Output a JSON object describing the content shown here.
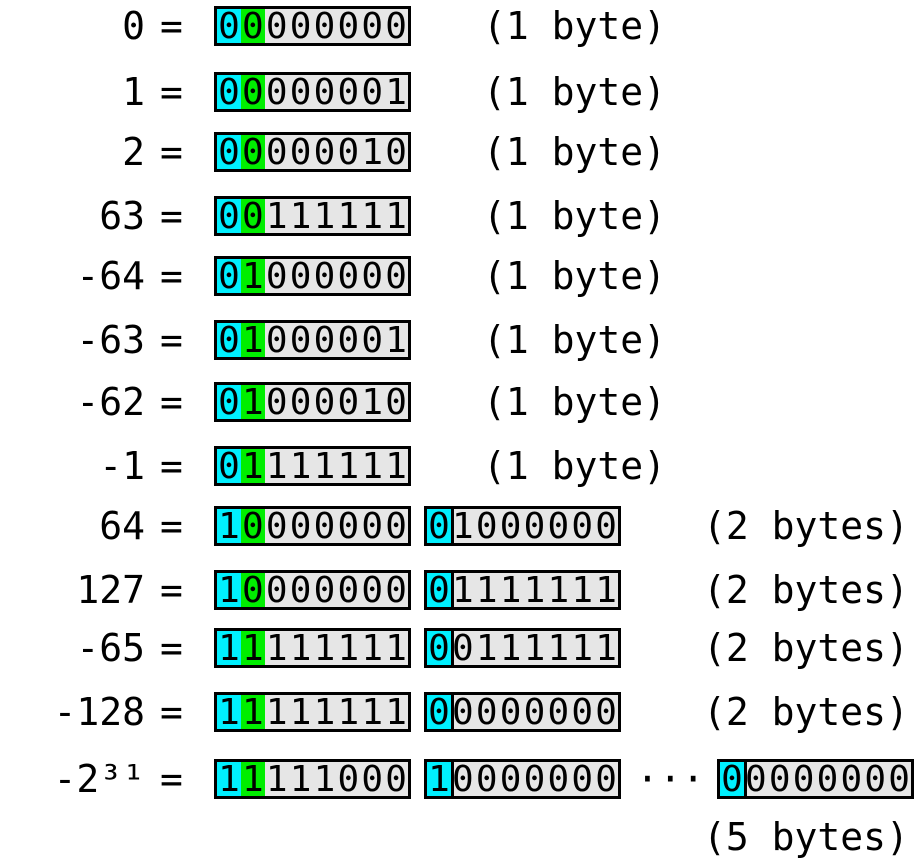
{
  "colors": {
    "continuation_bit": "#00f0ff",
    "sign_bit": "#00ee00",
    "data_bits": "#e6e6e6",
    "border": "#000000"
  },
  "rows": [
    {
      "value": "0",
      "bytes": [
        "00000000"
      ],
      "size": "(1 byte)"
    },
    {
      "value": "1",
      "bytes": [
        "00000001"
      ],
      "size": "(1 byte)"
    },
    {
      "value": "2",
      "bytes": [
        "00000010"
      ],
      "size": "(1 byte)"
    },
    {
      "value": "63",
      "bytes": [
        "00111111"
      ],
      "size": "(1 byte)"
    },
    {
      "value": "-64",
      "bytes": [
        "01000000"
      ],
      "size": "(1 byte)"
    },
    {
      "value": "-63",
      "bytes": [
        "01000001"
      ],
      "size": "(1 byte)"
    },
    {
      "value": "-62",
      "bytes": [
        "01000010"
      ],
      "size": "(1 byte)"
    },
    {
      "value": "-1",
      "bytes": [
        "01111111"
      ],
      "size": "(1 byte)"
    },
    {
      "value": "64",
      "bytes": [
        "10000000",
        "01000000"
      ],
      "size": "(2 bytes)"
    },
    {
      "value": "127",
      "bytes": [
        "10000000",
        "01111111"
      ],
      "size": "(2 bytes)"
    },
    {
      "value": "-65",
      "bytes": [
        "11111111",
        "00111111"
      ],
      "size": "(2 bytes)"
    },
    {
      "value": "-128",
      "bytes": [
        "11111111",
        "00000000"
      ],
      "size": "(2 bytes)"
    },
    {
      "value": "-2³¹",
      "bytes": [
        "11111000",
        "10000000",
        "00000000"
      ],
      "size": "(5 bytes)",
      "ellipsis": "···"
    }
  ],
  "equals": "="
}
